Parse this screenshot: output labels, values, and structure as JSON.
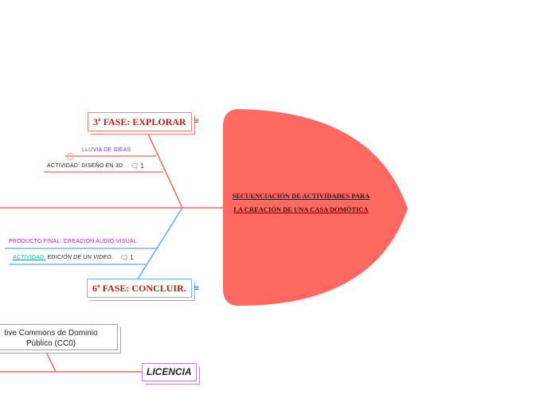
{
  "colors": {
    "head": "#ff6961",
    "red_branch": "#f26a61",
    "blue_branch": "#5aa8ee",
    "purple_text": "#9c27b0",
    "teal_text": "#26a69a"
  },
  "head": {
    "title": "SECUENCIACIÓN  DE ACTIVIDADES  PARA  LA CREACIÓN  DE  UNA CASA  DOMÓTICA"
  },
  "phase3": {
    "label": "3ª FASE: EXPLORAR",
    "menu_icon": "hamburger-icon",
    "items": [
      {
        "text": "LLUVIA DE IDEAS",
        "icon": "info-icon"
      },
      {
        "text": "ACTIVIDAD:  DISEÑO EN 3D",
        "comment_count": "1",
        "icon": "comment-icon"
      }
    ]
  },
  "phase6": {
    "label": "6ª FASE: CONCLUIR.",
    "menu_icon": "hamburger-icon",
    "items": [
      {
        "text": "PRODUCTO FINAL: CREACIÓN AUDIO-VISUAL"
      },
      {
        "prefix": "ACTIVIDAD:",
        "text": " EDICIÓN DE UN VIDEO.",
        "comment_count": "1",
        "icon": "comment-icon"
      }
    ]
  },
  "license": {
    "text_line1": "tive Commons de Dominio",
    "text_line2": "Público (CC0)",
    "label": "LICENCIA"
  }
}
